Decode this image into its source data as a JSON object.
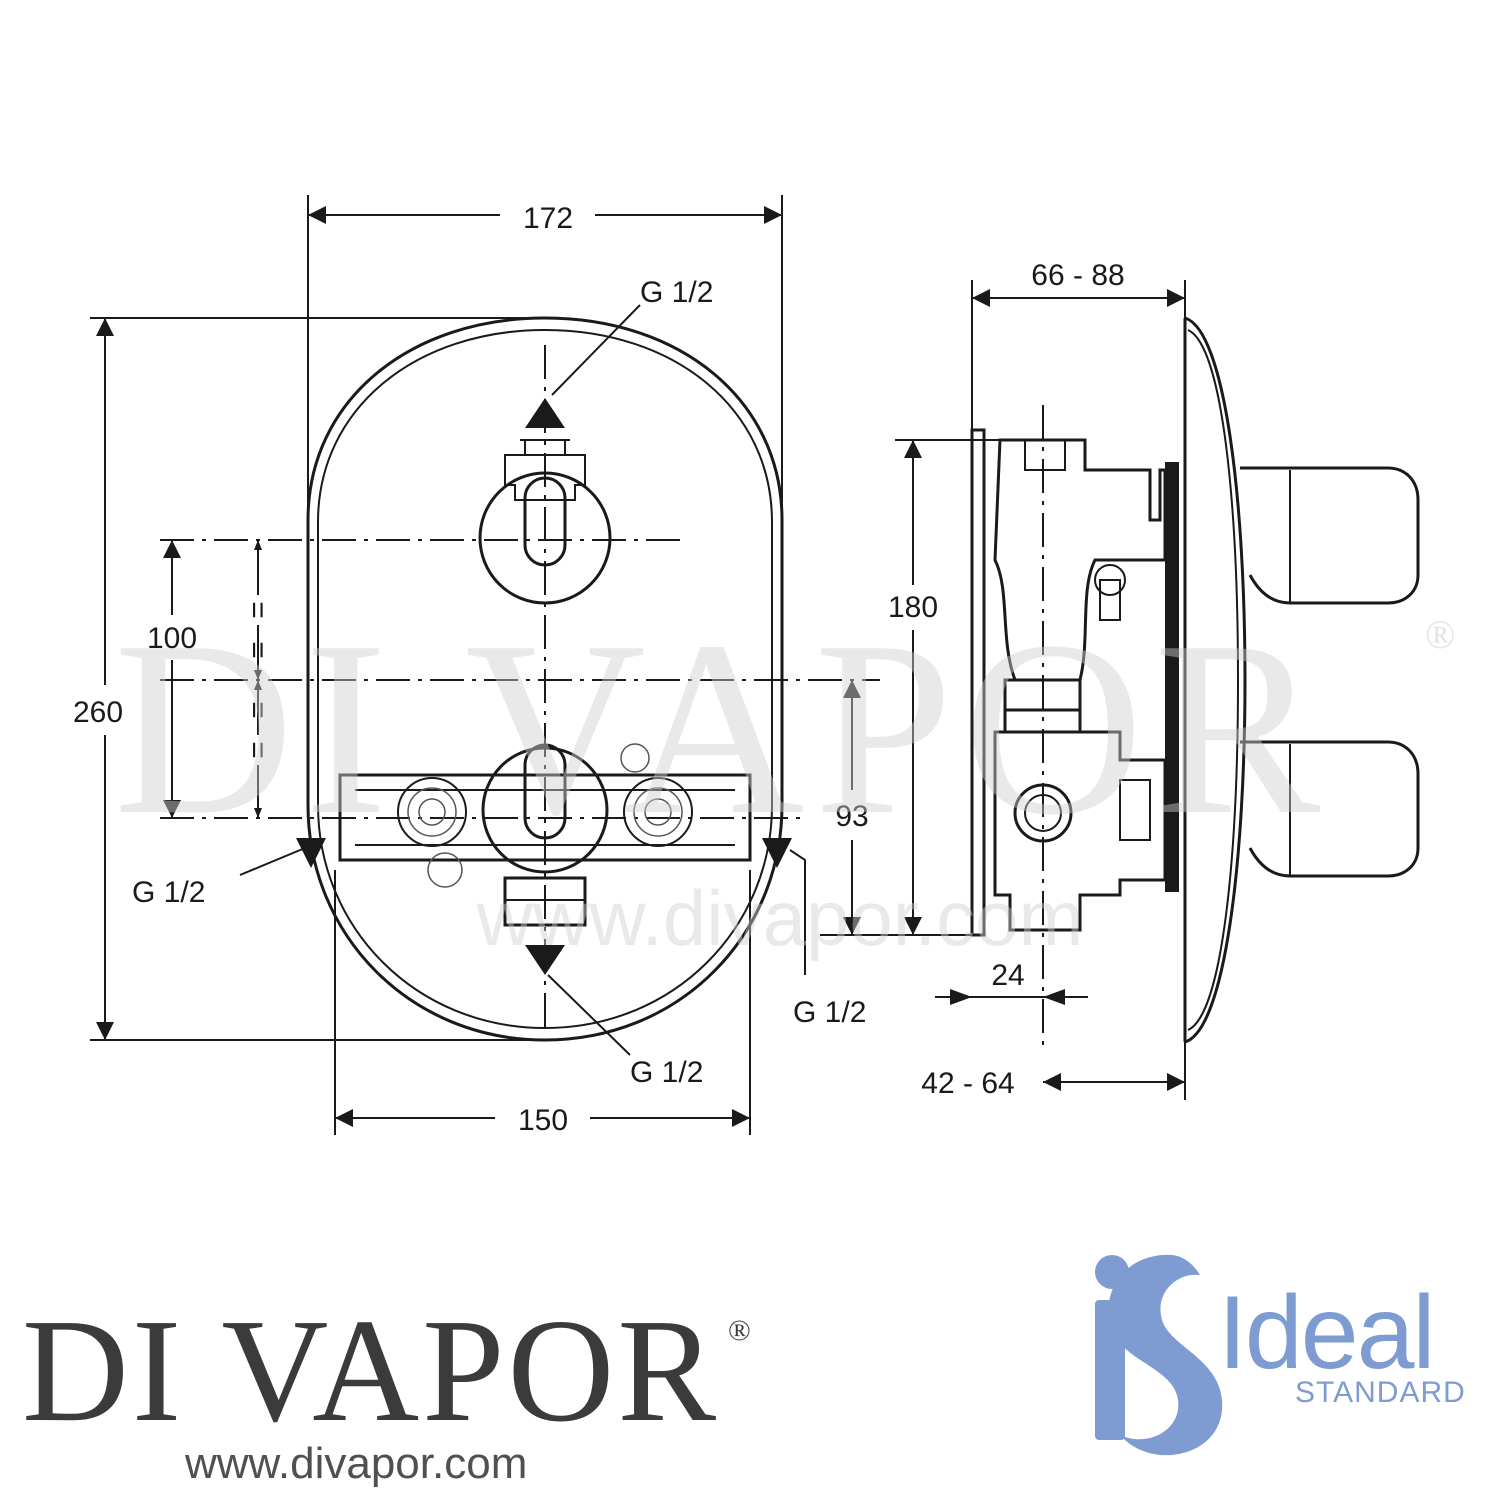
{
  "dimensions": {
    "front_width_top": "172",
    "front_width_bottom": "150",
    "front_height": "260",
    "spacing_upper": "100",
    "spacing_lower": "93",
    "side_height": "180",
    "side_depth_top": "66 - 88",
    "side_depth_bottom": "42 - 64",
    "side_offset": "24"
  },
  "connections": {
    "top": "G 1/2",
    "left": "G 1/2",
    "right": "G 1/2",
    "bottom": "G 1/2"
  },
  "equal_marks": [
    "=",
    "=",
    "=",
    "="
  ],
  "watermark": {
    "name": "DI VAPOR",
    "registered": "®",
    "url": "www.divapor.com"
  },
  "brand": {
    "name": "DI VAPOR",
    "registered": "®",
    "url": "www.divapor.com"
  },
  "ideal_standard": {
    "word": "Ideal",
    "subword": "STANDARD"
  },
  "colors": {
    "line": "#1a1a1a",
    "brand_grey": "#3b3b3b",
    "ideal_blue": "#7e9bd2"
  }
}
